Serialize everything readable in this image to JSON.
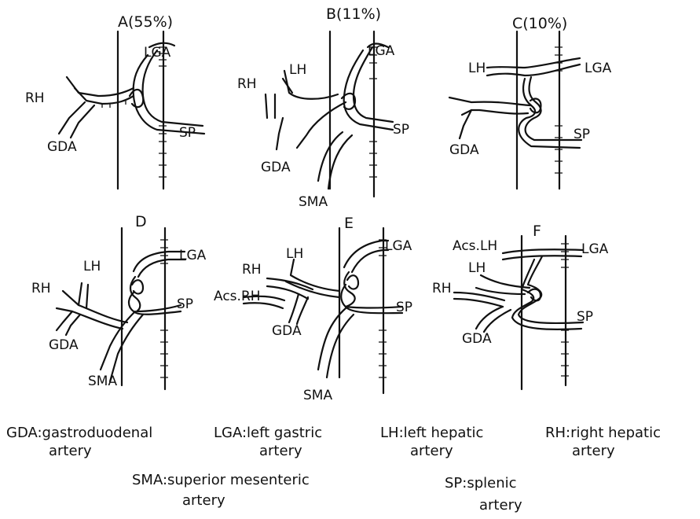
{
  "panels": [
    {
      "id": "A",
      "title": "A(55%)",
      "labels": {
        "lga": "LGA",
        "rh": "RH",
        "gda": "GDA",
        "sp": "SP"
      }
    },
    {
      "id": "B",
      "title": "B(11%)",
      "labels": {
        "lga": "LGA",
        "lh": "LH",
        "rh": "RH",
        "gda": "GDA",
        "sp": "SP",
        "sma": "SMA"
      }
    },
    {
      "id": "C",
      "title": "C(10%)",
      "labels": {
        "lga": "LGA",
        "lh": "LH",
        "gda": "GDA",
        "sp": "SP"
      }
    },
    {
      "id": "D",
      "title": "D",
      "labels": {
        "lga": "LGA",
        "lh": "LH",
        "rh": "RH",
        "gda": "GDA",
        "sp": "SP",
        "sma": "SMA"
      }
    },
    {
      "id": "E",
      "title": "E",
      "labels": {
        "lga": "LGA",
        "lh": "LH",
        "rh": "RH",
        "acs_rh": "Acs.RH",
        "gda": "GDA",
        "sp": "SP",
        "sma": "SMA"
      }
    },
    {
      "id": "F",
      "title": "F",
      "labels": {
        "acs_lh": "Acs.LH",
        "lga": "LGA",
        "lh": "LH",
        "rh": "RH",
        "gda": "GDA",
        "sp": "SP"
      }
    }
  ],
  "legend": {
    "gda": [
      "GDA:gastroduodenal",
      "artery"
    ],
    "lga": [
      "LGA:left gastric",
      "artery"
    ],
    "lh": [
      "LH:left hepatic",
      "artery"
    ],
    "rh": [
      "RH:right hepatic",
      "artery"
    ],
    "sma": [
      "SMA:superior  mesenteric",
      "artery"
    ],
    "sp": [
      "SP:splenic",
      "artery"
    ]
  }
}
